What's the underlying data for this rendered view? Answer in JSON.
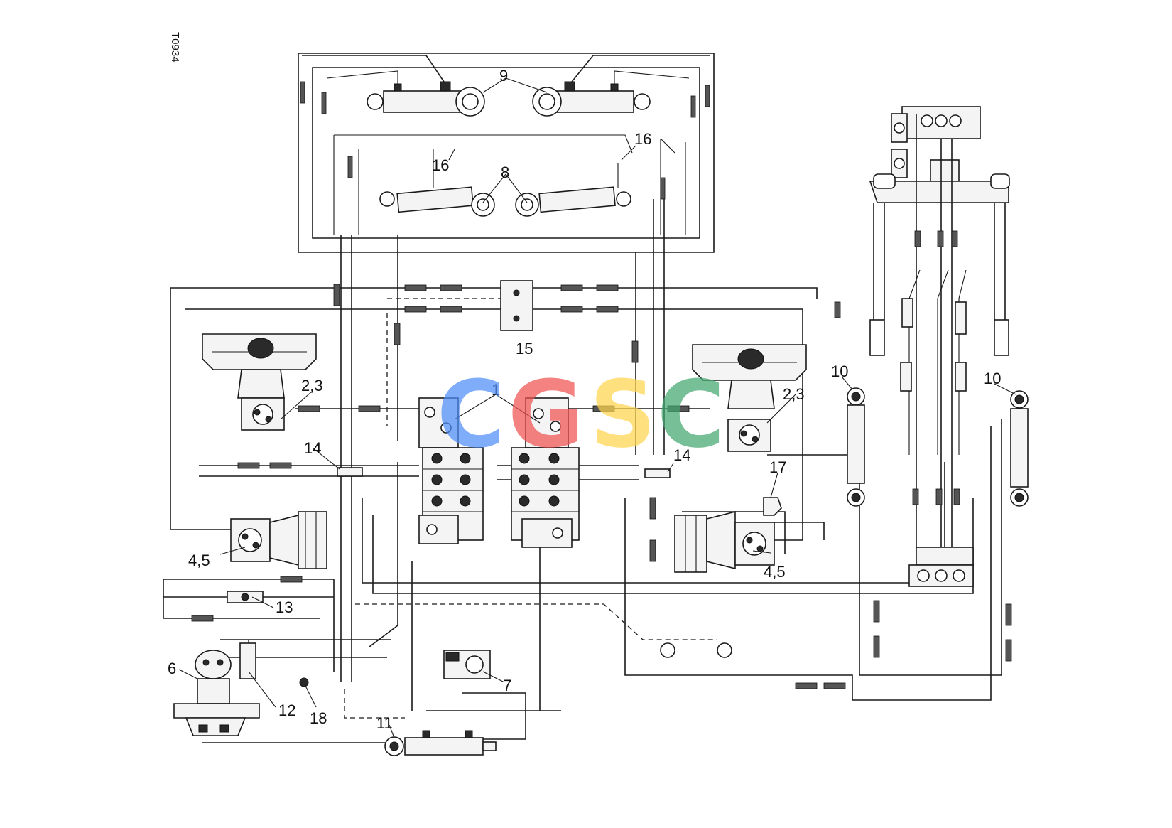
{
  "drawing_ref": "T0934",
  "callouts": {
    "c1": "1",
    "c23_left": "2,3",
    "c23_right": "2,3",
    "c45_left": "4,5",
    "c45_right": "4,5",
    "c6": "6",
    "c7": "7",
    "c8": "8",
    "c9": "9",
    "c10_left": "10",
    "c10_right": "10",
    "c11": "11",
    "c12": "12",
    "c13": "13",
    "c14_left": "14",
    "c14_right": "14",
    "c15": "15",
    "c16_left": "16",
    "c16_right": "16",
    "c17": "17",
    "c18": "18"
  },
  "watermark": {
    "letters": [
      "C",
      "G",
      "S",
      "C"
    ],
    "colors": [
      "#4f8ef7",
      "#ef5350",
      "#ffd54f",
      "#43a870"
    ]
  }
}
